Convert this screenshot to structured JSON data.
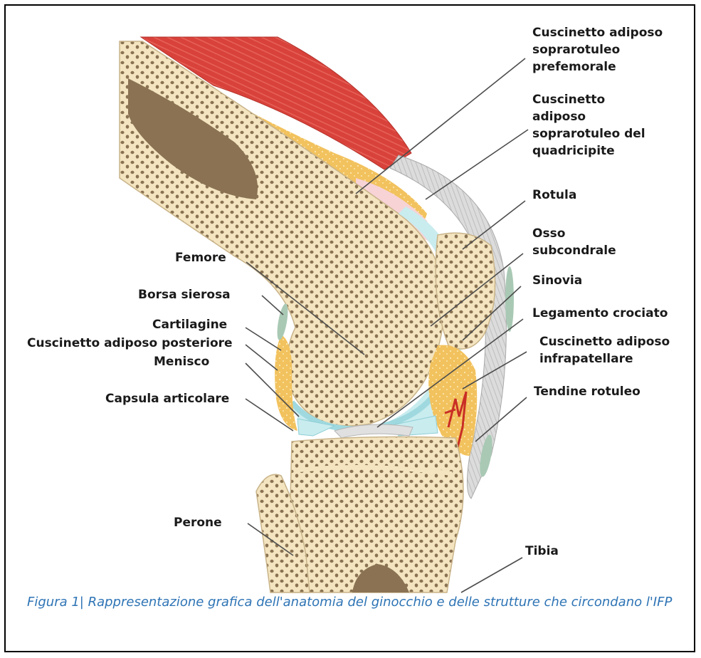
{
  "labels": {
    "pad_prefemoral": "Cuscinetto adiposo\nsoprarotuleo\nprefemorale",
    "pad_quadriceps": "Cuscinetto\nadiposo\nsoprarotuleo del\nquadricipite",
    "patella": "Rotula",
    "subchondral": "Osso\nsubcondrale",
    "synovia": "Sinovia",
    "cruciate": "Legamento crociato",
    "pad_infrapatellar": "Cuscinetto adiposo\ninfrapatellare",
    "patellar_tendon": "Tendine rotuleo",
    "tibia": "Tibia",
    "femur": "Femore",
    "bursa": "Borsa sierosa",
    "cartilage": "Cartilagine",
    "pad_posterior": "Cuscinetto adiposo posteriore",
    "meniscus": "Menisco",
    "capsule": "Capsula articolare",
    "fibula": "Perone"
  },
  "caption": "Figura 1| Rappresentazione grafica dell'anatomia del ginocchio e delle strutture che circondano l'IFP",
  "colors": {
    "bone": "#f4e5c0",
    "marrow": "#8a7252",
    "muscle": "#d8423a",
    "fat": "#f2c25e",
    "synovia": "#c9ecef",
    "cartilage_pink": "#f7d3d6",
    "tendon": "#d5d5d5",
    "bursa": "#a9c9b4",
    "caption": "#2e74b5"
  }
}
